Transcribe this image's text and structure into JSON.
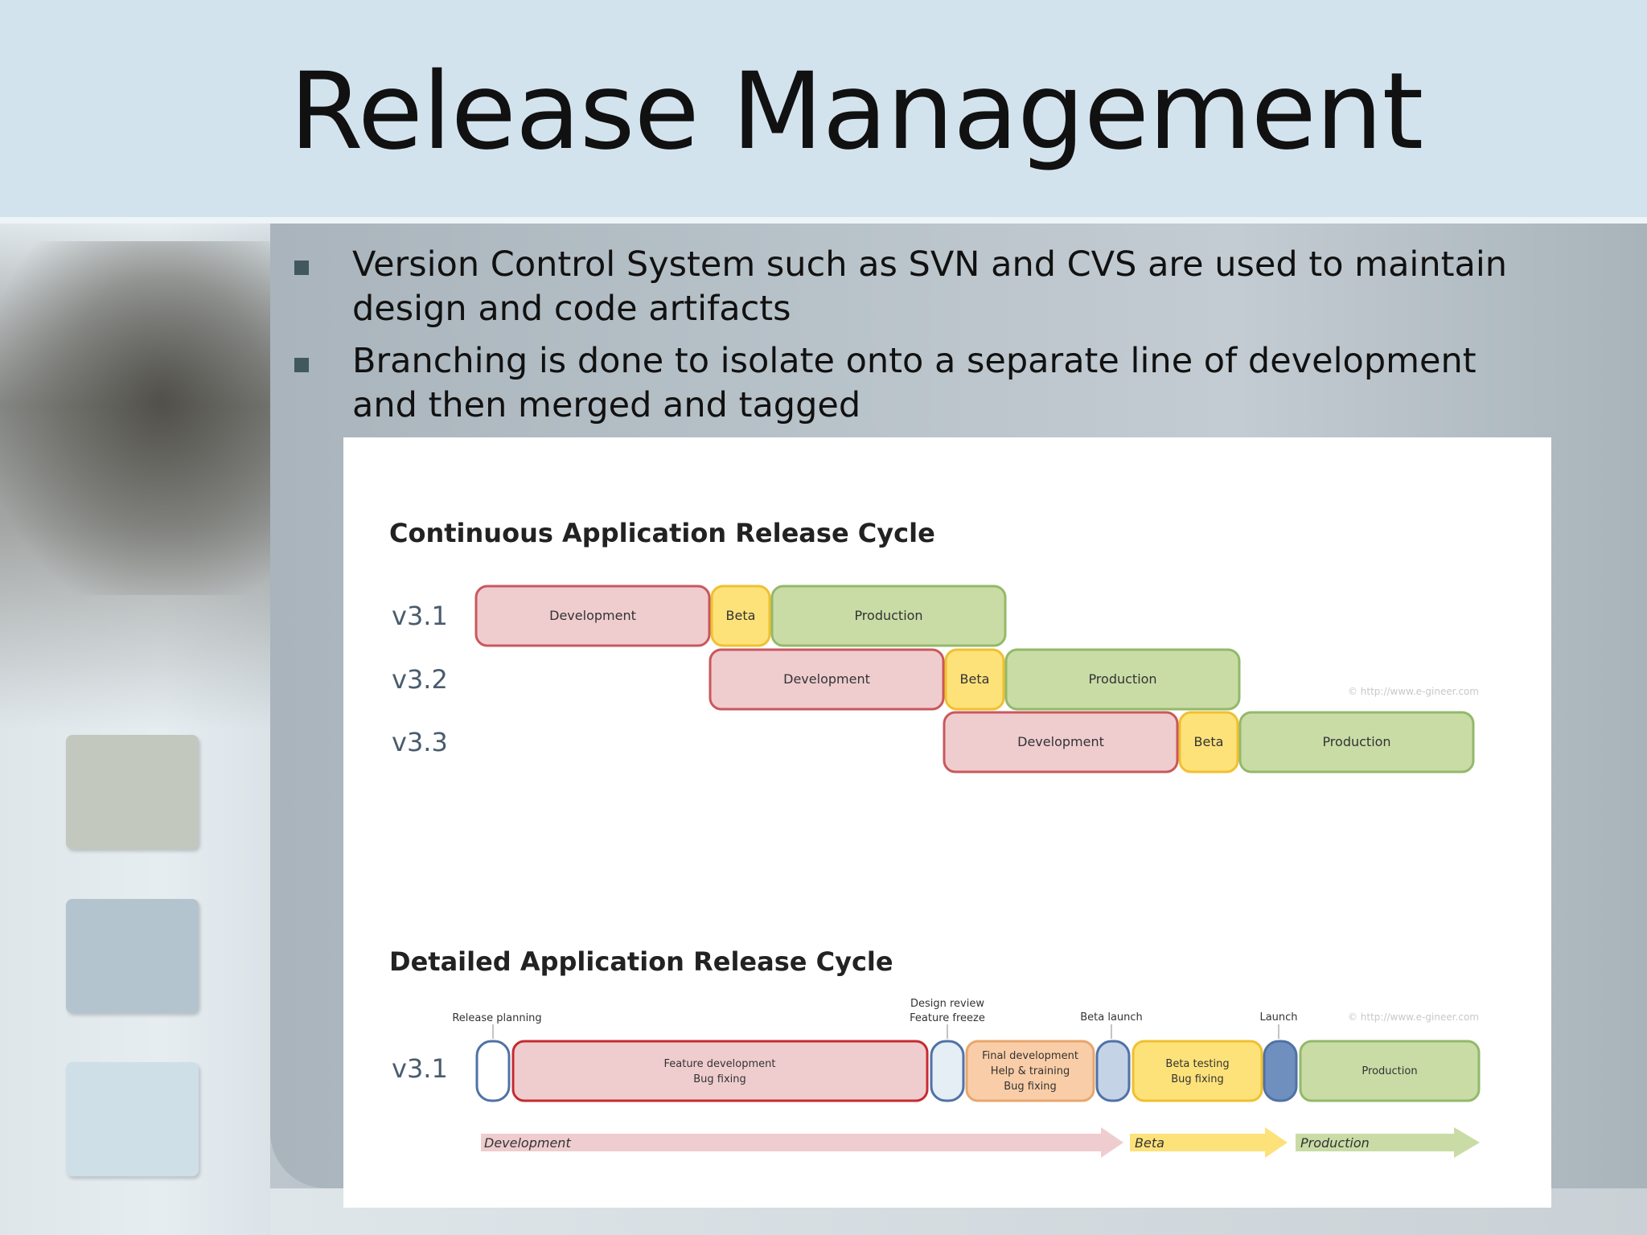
{
  "slide": {
    "title": "Release Management",
    "bullets": [
      "Version Control System such as SVN and CVS are used to maintain design and code artifacts",
      "Branching is done to isolate onto a separate line of development and then merged and tagged"
    ]
  },
  "diagram": {
    "continuous": {
      "title": "Continuous Application Release Cycle",
      "versions": [
        "v3.1",
        "v3.2",
        "v3.3"
      ],
      "phases": [
        "Development",
        "Beta",
        "Production"
      ],
      "credit": "© http://www.e-gineer.com"
    },
    "detailed": {
      "title": "Detailed Application Release Cycle",
      "version": "v3.1",
      "milestones": {
        "release_planning": "Release planning",
        "design_review": "Design review",
        "feature_freeze": "Feature freeze",
        "beta_launch": "Beta launch",
        "launch": "Launch"
      },
      "blocks": {
        "feature_dev_line1": "Feature development",
        "feature_dev_line2": "Bug fixing",
        "final_dev_line1": "Final development",
        "final_dev_line2": "Help & training",
        "final_dev_line3": "Bug fixing",
        "beta_testing_line1": "Beta testing",
        "beta_testing_line2": "Bug fixing",
        "production": "Production"
      },
      "arrows": [
        "Development",
        "Beta",
        "Production"
      ],
      "credit": "© http://www.e-gineer.com"
    },
    "colors": {
      "dev_fill": "#efcdcf",
      "dev_stroke": "#c9585c",
      "beta_fill": "#fde27a",
      "beta_stroke": "#f0c030",
      "prod_fill": "#c9dca6",
      "prod_stroke": "#93b96a",
      "final_fill": "#f9cda7",
      "final_stroke": "#e8a66d",
      "milestone_stroke": "#4f72a6"
    }
  }
}
